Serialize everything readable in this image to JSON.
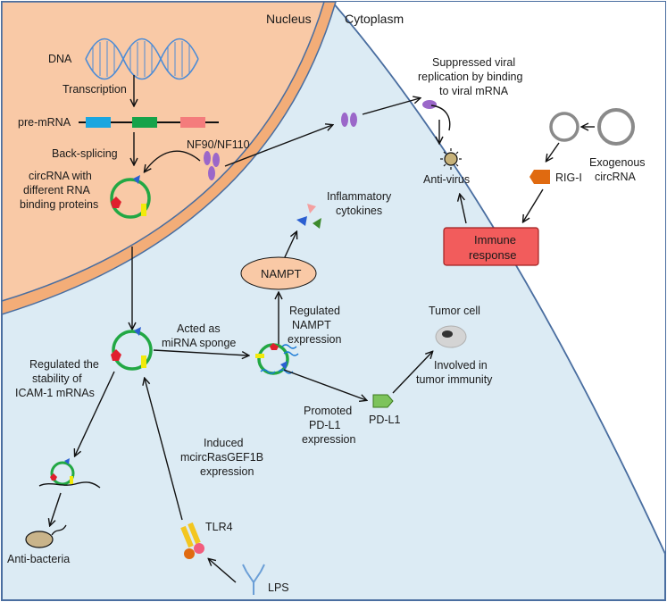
{
  "regions": {
    "nucleus": "Nucleus",
    "cytoplasm": "Cytoplasm"
  },
  "labels": {
    "dna": "DNA",
    "transcription": "Transcription",
    "pre_mrna": "pre-mRNA",
    "back_splicing": "Back-splicing",
    "nf90": "NF90/NF110",
    "circrna_rbp": [
      "circRNA with",
      "different RNA",
      "binding proteins"
    ],
    "suppressed": [
      "Suppressed viral",
      "replication by binding",
      "to viral mRNA"
    ],
    "anti_virus": "Anti-virus",
    "exogenous": [
      "Exogenous",
      "circRNA"
    ],
    "rig_i": "RIG-I",
    "immune": [
      "Immune",
      "response"
    ],
    "inflammatory": [
      "Inflammatory",
      "cytokines"
    ],
    "nampt": "NAMPT",
    "regulated_nampt": [
      "Regulated",
      "NAMPT",
      "expression"
    ],
    "tumor_cell": "Tumor cell",
    "acted_sponge": [
      "Acted as",
      "miRNA sponge"
    ],
    "involved_tumor": [
      "Involved in",
      "tumor immunity"
    ],
    "regulated_icam": [
      "Regulated the",
      "stability of",
      "ICAM-1 mRNAs"
    ],
    "promoted_pdl1": [
      "Promoted",
      "PD-L1",
      "expression"
    ],
    "pd_l1": "PD-L1",
    "induced": [
      "Induced",
      "mcircRasGEF1B",
      "expression"
    ],
    "tlr4": "TLR4",
    "anti_bacteria": "Anti-bacteria",
    "lps": "LPS"
  },
  "colors": {
    "nucleus_fill": "#f9c9a6",
    "nuclear_envelope": "#f3ad78",
    "cytoplasm_fill": "#dcebf4",
    "outline": "#4a6ea0",
    "circ_green": "#22a844",
    "protein_purple": "#9b67c9",
    "immune_fill": "#f25c5c",
    "rigi_orange": "#e06a10",
    "exon_blue": "#1aa6e0",
    "exon_green": "#16a34a",
    "exon_red": "#f47c7c",
    "dna_blue": "#4d8cd6"
  }
}
